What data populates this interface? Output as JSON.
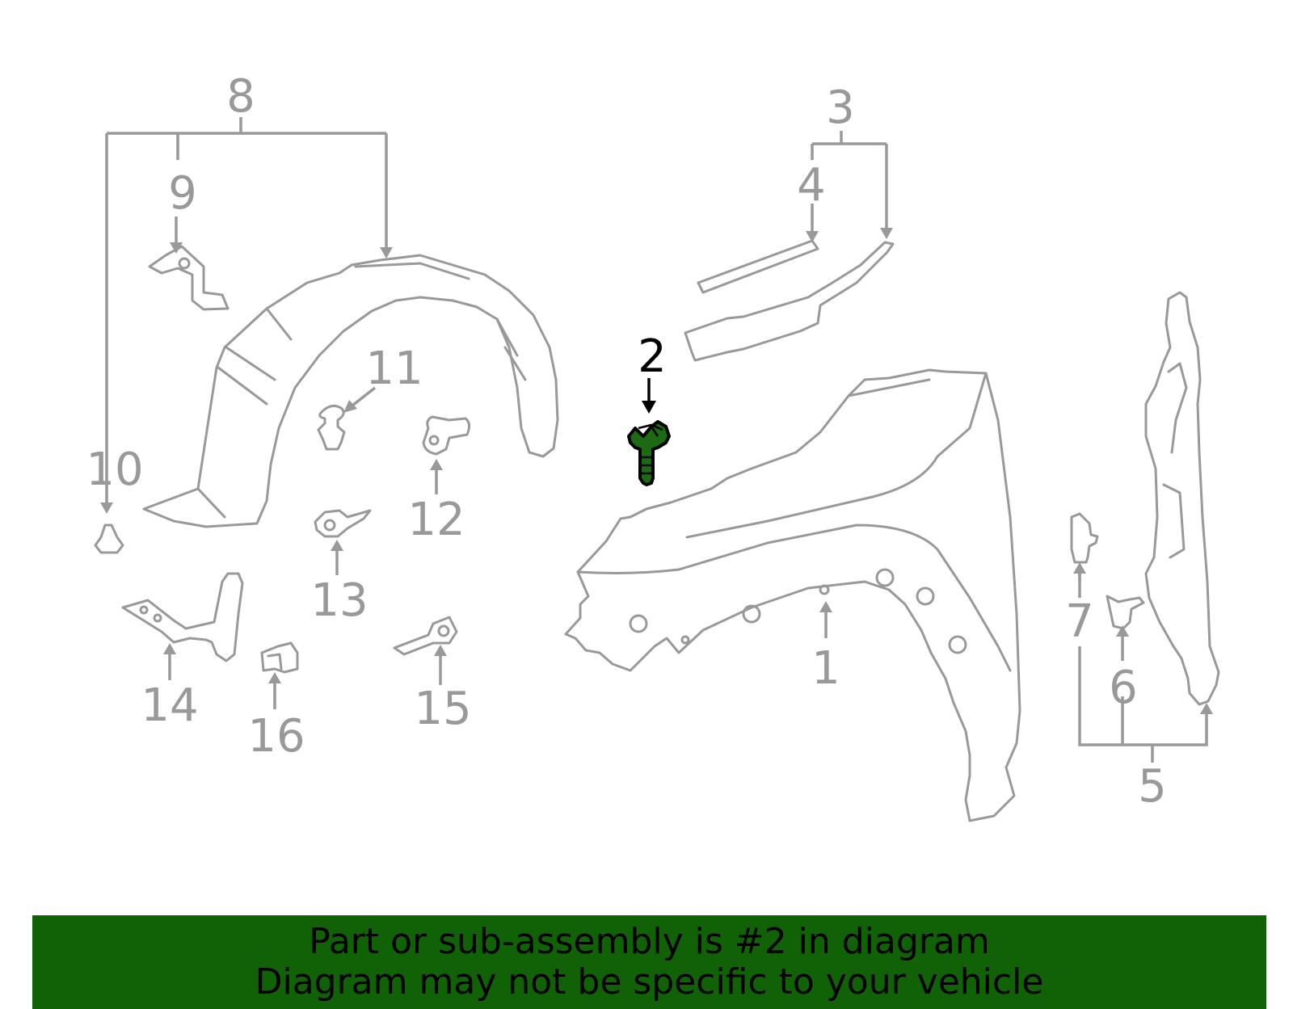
{
  "diagram": {
    "callouts": [
      "1",
      "2",
      "3",
      "4",
      "5",
      "6",
      "7",
      "8",
      "9",
      "10",
      "11",
      "12",
      "13",
      "14",
      "15",
      "16"
    ],
    "highlighted_part": "2",
    "colors": {
      "part_stroke": "#999999",
      "highlight_fill": "#1c6b12",
      "highlight_stroke": "#000000",
      "banner_bg": "#116106"
    }
  },
  "banner": {
    "line1": "Part or sub-assembly is #2 in diagram",
    "line2": "Diagram may not be specific to your vehicle"
  }
}
